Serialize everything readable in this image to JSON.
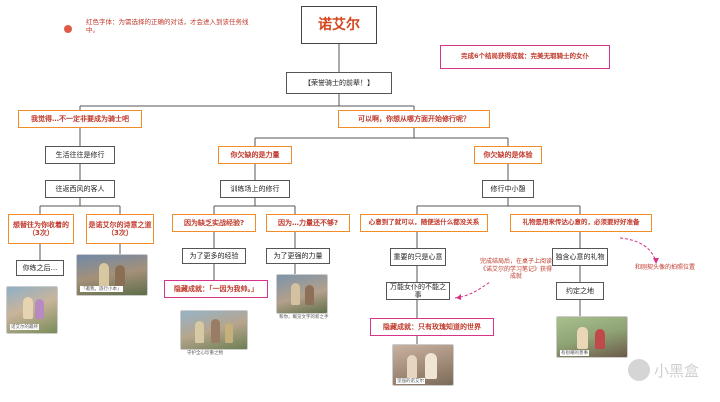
{
  "legend": {
    "text": "红色字体：为需选择的正确的对话，才会进入到该任务线中。",
    "dot_color": "#e05a47"
  },
  "title": "诺艾尔",
  "achievement_top": "完成6个结局获得成就：完美无瑕骑士的女仆",
  "root_question": "【荣誉骑士的前辈！】",
  "left": {
    "choice": "我觉得…不一定非要成为骑士吧",
    "step1": "生活往往是修行",
    "step2": "往返西风的客人",
    "opt_a": "想替往为你收着的（3次）",
    "opt_b": "是诺艾尔的诗意之道（3次）",
    "bottom": "你练之后..."
  },
  "right": {
    "choice": "可以啊，你想从哪方面开始修行呢？",
    "mid_a": "你欠缺的是力量",
    "mid_b": "你欠缺的是体验",
    "train_a": "训练场上的修行",
    "train_b": "修行中小憩",
    "a1": "因为缺乏实战经验?",
    "a2": "因为…力量还不够?",
    "a1_next": "为了更多的经验",
    "a2_next": "为了更强的力量",
    "hidden1": "隐藏成就：「一因为我帅。」",
    "b1": "心意到了就可以，随便送什么都没关系",
    "b2": "礼物是用来传达心意的，必须要好好准备",
    "b1_next": "重要的只是心意",
    "b2_next": "独含心意的礼物",
    "b1_next2": "万能女仆的不能之事",
    "b2_next2": "约定之地",
    "hidden2": "隐藏成就：只有玫瑰知道的世界",
    "note_hidden": "完成结局后，在桌子上阅读《诺艾尔的学习笔记》获得成就",
    "note_right": "和刚契头像的拍照位置"
  },
  "captions": {
    "c1": "诺艾尔的最终",
    "c2": "「邀我，旅行小本」",
    "c3": "守护全心珍重之物",
    "c4": "和你，概览文字的新之手",
    "c5": "坚强的诺艾尔",
    "c6": "有别嘲的善事"
  },
  "watermark": "小黑盒",
  "colors": {
    "orange_border": "#f28c28",
    "pink_border": "#d6338c",
    "red_text": "#c0392b",
    "title_text": "#d4451b"
  }
}
